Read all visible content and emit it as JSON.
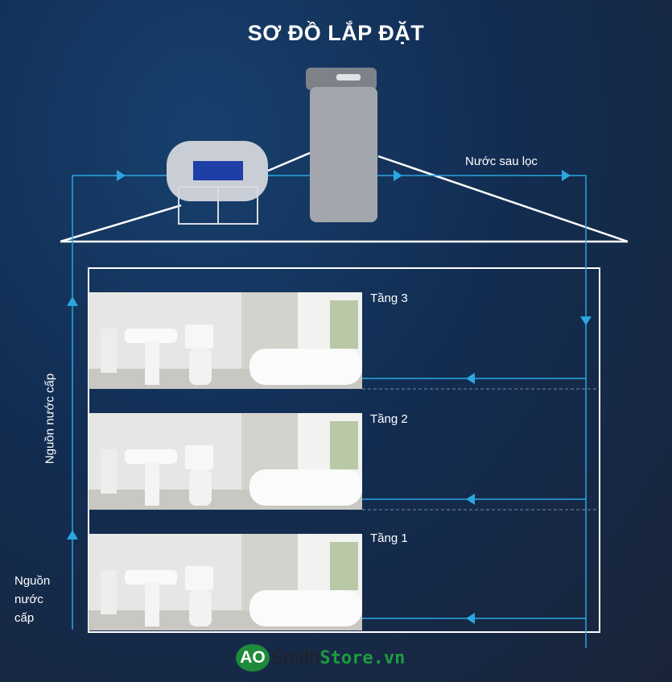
{
  "title": "SƠ ĐỒ LẮP ĐẶT",
  "labels": {
    "filtered_water": "Nước sau lọc",
    "supply_vertical": "Nguồn nước cấp",
    "supply": "Nguồn nước cấp"
  },
  "floors": [
    "Tầng 3",
    "Tầng 2",
    "Tầng 1"
  ],
  "logo": {
    "ao": "AO",
    "smith": "Smith",
    "store": "Store.vn"
  },
  "colors": {
    "pipe": "#2aa7e0",
    "outline": "#ffffff",
    "logo_green": "#1e8a3c"
  }
}
